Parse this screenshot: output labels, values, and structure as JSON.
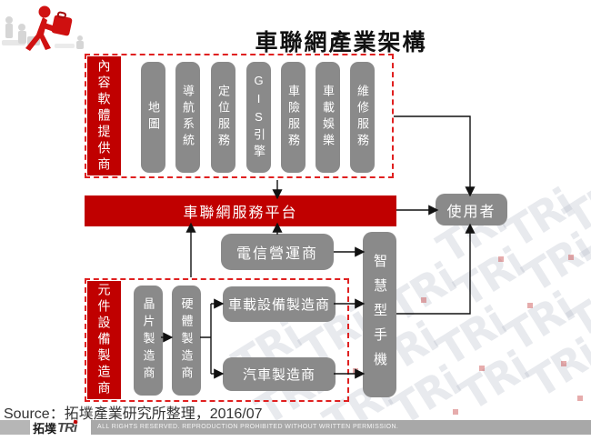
{
  "title": "車聯網產業架構",
  "content_providers": {
    "label": "內容軟體提供商",
    "items": [
      "地圖",
      "導航系統",
      "定位服務",
      "GIS引擎",
      "車險服務",
      "車載娛樂",
      "維修服務"
    ]
  },
  "platform": {
    "label": "車聯網服務平台"
  },
  "user": {
    "label": "使用者"
  },
  "telecom": {
    "label": "電信營運商"
  },
  "smartphone": {
    "label": "智慧型手機"
  },
  "component_makers": {
    "label": "元件設備製造商",
    "chip": "晶片製造商",
    "hardware": "硬體製造商",
    "vehicle_equipment": "車載設備製造商",
    "car": "汽車製造商"
  },
  "source_note": "Source：拓墣產業研究所整理，2016/07",
  "footer": {
    "logo_zh": "拓墣",
    "logo_en": "TRi",
    "copyright": "ALL RIGHTS RESERVED. REPRODUCTION PROHIBITED WITHOUT WRITTEN PERMISSION."
  },
  "watermark_text": "TRi",
  "colors": {
    "accent_red": "#C00000",
    "dash_red": "#E02020",
    "box_gray": "#8A8A8A",
    "footer_gray": "#A8A8A8"
  }
}
